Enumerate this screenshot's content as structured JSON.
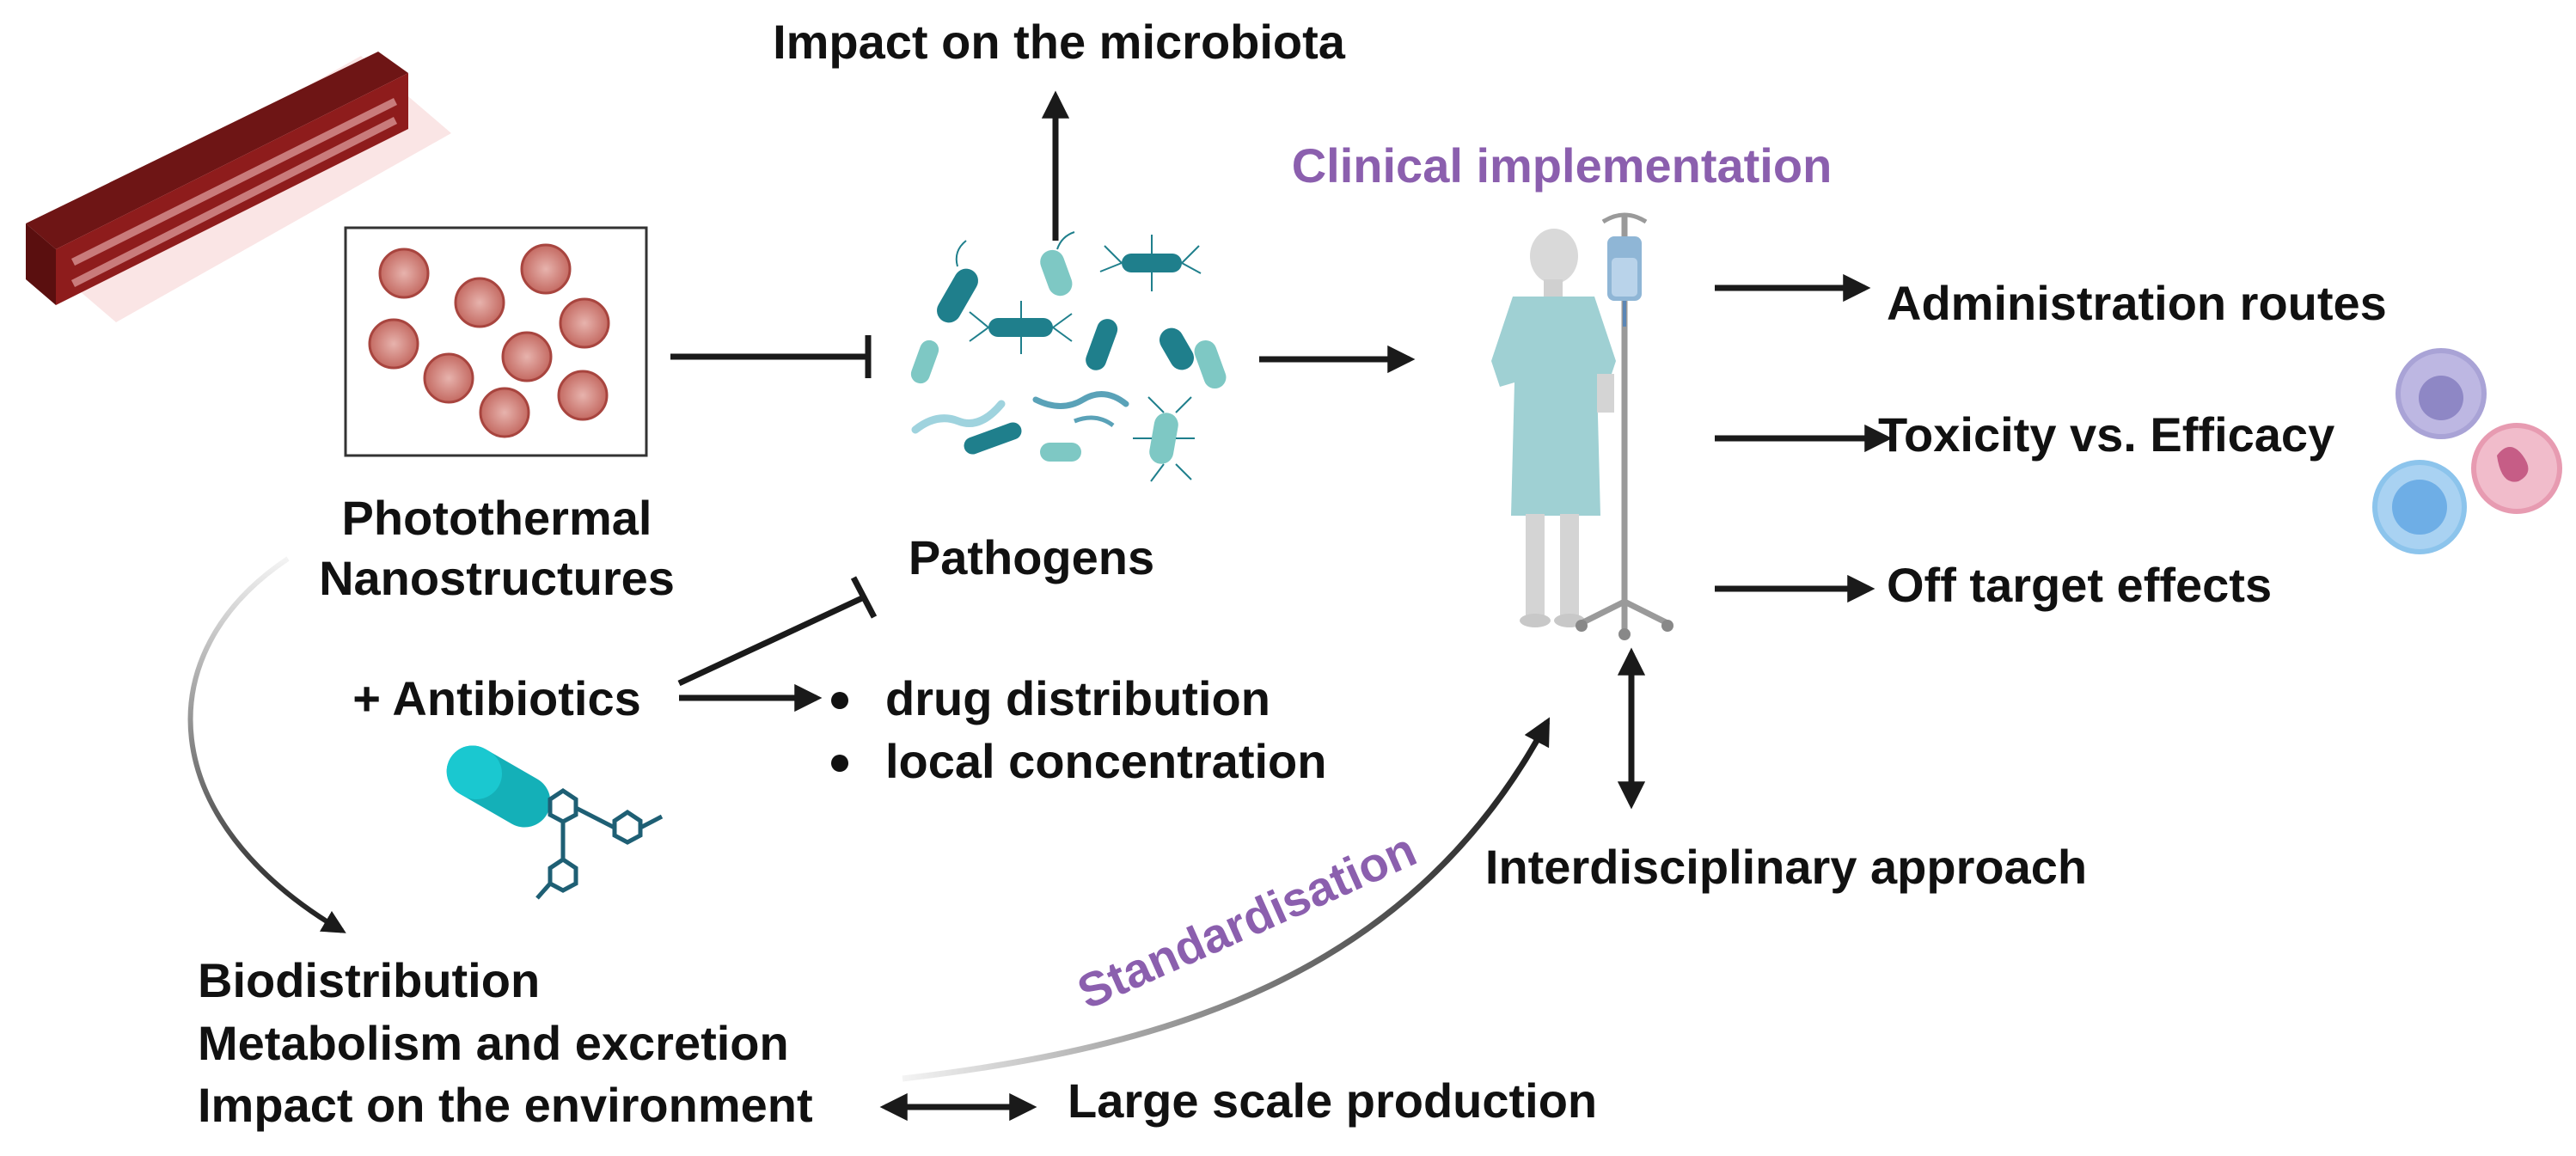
{
  "labels": {
    "impact_microbiota": "Impact on the microbiota",
    "clinical_implementation": "Clinical implementation",
    "administration_routes": "Administration routes",
    "toxicity_efficacy": "Toxicity vs. Efficacy",
    "off_target": "Off target effects",
    "photothermal_line1": "Photothermal",
    "photothermal_line2": "Nanostructures",
    "pathogens": "Pathogens",
    "antibiotics": "+ Antibiotics",
    "bullet_1": "drug distribution",
    "bullet_2": "local concentration",
    "standardisation": "Standardisation",
    "interdisciplinary": "Interdisciplinary approach",
    "biodistribution": "Biodistribution",
    "metabolism": "Metabolism and excretion",
    "impact_environment": "Impact on the environment",
    "large_scale": "Large scale production"
  },
  "colors": {
    "text": "#111111",
    "accent_purple": "#8b5fae",
    "arrow": "#1a1a1a",
    "laser_red": "#8e1c1c",
    "nanoparticle": "#b5534c",
    "pathogen_teal": "#1f7f8c",
    "pathogen_light": "#7ec8c4",
    "patient_gown": "#9fd0d3",
    "capsule_teal": "#14b0b8",
    "cell_purple": "#a9a3d6",
    "cell_blue": "#8cc4ec",
    "cell_pink": "#e79bb1"
  },
  "icons": [
    "laser-device-icon",
    "nanoparticle-icon",
    "pathogen-icon",
    "patient-icon",
    "iv-stand-icon",
    "capsule-icon",
    "immune-cell-icon"
  ]
}
